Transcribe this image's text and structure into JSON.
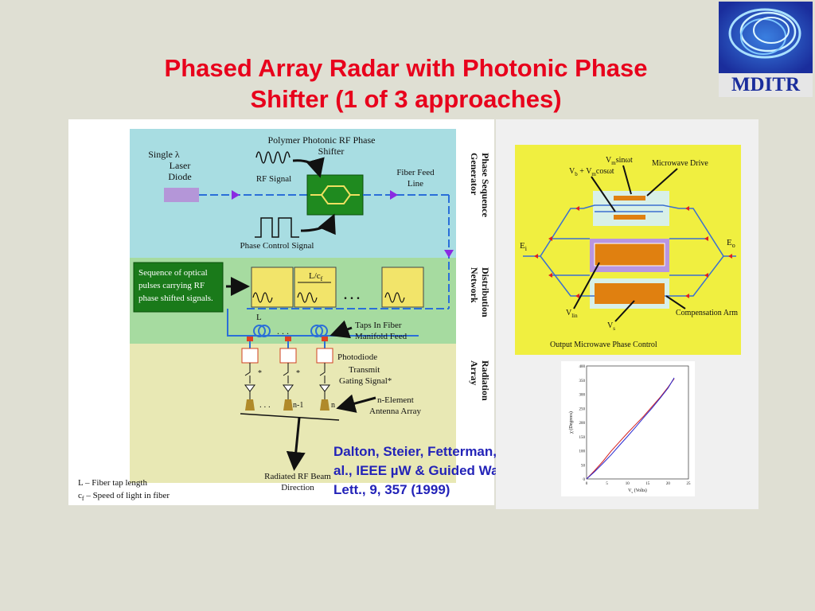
{
  "slide": {
    "title_line1": "Phased Array Radar with Photonic Phase",
    "title_line2": "Shifter (1 of 3 approaches)",
    "logo_text": "MDITR",
    "citation_line1": "Dalton, Steier, Fetterman, et",
    "citation_line2": "al., IEEE µW & Guided Wave",
    "citation_line3": "Lett., 9, 357 (1999)"
  },
  "left_diagram": {
    "laser_line1": "Single λ",
    "laser_line2": "Laser",
    "laser_line3": "Diode",
    "shifter_label_line1": "Polymer Photonic RF Phase",
    "shifter_label_line2": "Shifter",
    "rf_signal": "RF Signal",
    "fiber_feed_line1": "Fiber Feed",
    "fiber_feed_line2": "Line",
    "phase_control": "Phase Control Signal",
    "section1_line1": "Phase Sequence",
    "section1_line2": "Generator",
    "section2_line1": "Distribution",
    "section2_line2": "Network",
    "section3_line1": "Radiation",
    "section3_line2": "Array",
    "green_box_line1": "Sequence of optical",
    "green_box_line2": "pulses carrying RF",
    "green_box_line3": "phase shifted signals.",
    "lc_label": "L/c",
    "lc_sub": "f",
    "dots": ". . .",
    "L_label": "L",
    "taps_line1": "Taps In Fiber",
    "taps_line2": "Manifold Feed",
    "photodiode": "Photodiode",
    "transmit_line1": "Transmit",
    "transmit_line2": "Gating Signal*",
    "star": "*",
    "n_minus_1": "n-1",
    "n_label": "n",
    "antenna_line1": "n-Element",
    "antenna_line2": "Antenna Array",
    "beam_line1": "Radiated RF Beam",
    "beam_line2": "Direction",
    "legend_line1": "L – Fiber tap length",
    "legend_line2_a": "c",
    "legend_line2_sub": "f",
    "legend_line2_b": " – Speed of light in fiber"
  },
  "right_diagram": {
    "vm_sin": "V",
    "vm_sin_sub": "m",
    "vm_sin_tail": "sinωt",
    "vb_vm": "V",
    "vb_sub": "b",
    "vb_mid": " + V",
    "vm_sub2": "m",
    "vb_tail": "cosωt",
    "microwave_drive": "Microwave Drive",
    "ei": "E",
    "ei_sub": "i",
    "eo": "E",
    "eo_sub": "o",
    "vlin": "V",
    "vlin_sub": "lin",
    "vs": "V",
    "vs_sub": "s",
    "compensation_arm": "Compensation Arm",
    "output_control": "Output Microwave Phase Control"
  },
  "chart_data": {
    "type": "line",
    "xlabel": "V",
    "xlabel_sub": "s",
    "xlabel_tail": " (Volts)",
    "ylabel": "χ (Degrees)",
    "xlim": [
      0,
      25
    ],
    "ylim": [
      0,
      400
    ],
    "xticks": [
      0,
      5,
      10,
      15,
      20,
      25
    ],
    "yticks": [
      0,
      50,
      100,
      150,
      200,
      250,
      300,
      350,
      400
    ],
    "series": [
      {
        "color": "#d42020",
        "x": [
          0,
          2,
          4,
          6,
          8,
          10,
          12,
          14,
          16,
          18,
          20,
          21.5
        ],
        "y": [
          0,
          30,
          62,
          98,
          130,
          162,
          192,
          222,
          255,
          288,
          325,
          355
        ]
      },
      {
        "color": "#2a2ad0",
        "x": [
          0,
          2,
          4,
          6,
          8,
          10,
          12,
          14,
          16,
          18,
          20,
          21.5
        ],
        "y": [
          0,
          26,
          55,
          85,
          118,
          150,
          183,
          217,
          250,
          285,
          322,
          358
        ]
      }
    ]
  }
}
